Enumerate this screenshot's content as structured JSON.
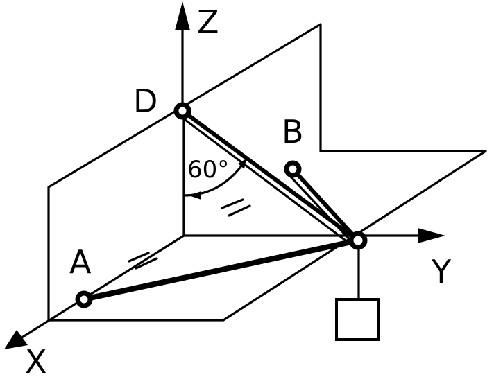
{
  "axes": {
    "x": "X",
    "y": "Y",
    "z": "Z"
  },
  "points": {
    "a": "A",
    "b": "B",
    "d": "D"
  },
  "angle": {
    "label": "60°",
    "value_deg": 60
  },
  "colors": {
    "ink": "#000000",
    "paper": "#ffffff"
  }
}
